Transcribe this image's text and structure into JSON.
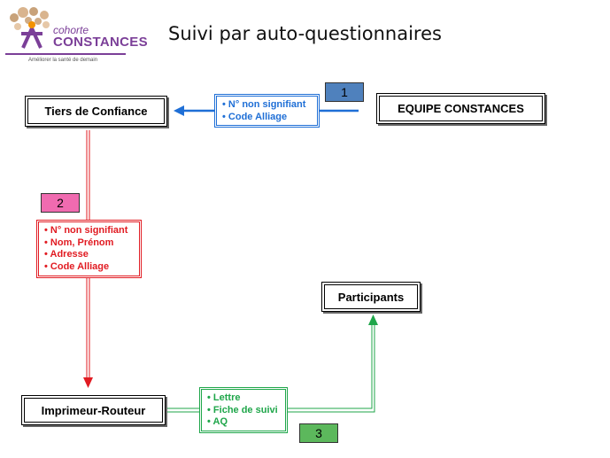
{
  "title": "Suivi par auto-questionnaires",
  "logo": {
    "line1": "cohorte",
    "line2": "CONSTANCES",
    "tagline": "Améliorer la santé de demain",
    "colors": {
      "purple": "#7b3f98",
      "orange": "#f39200",
      "tan": "#c8a27a"
    }
  },
  "nodes": {
    "tiers": "Tiers de Confiance",
    "equipe": "EQUIPE CONSTANCES",
    "participants": "Participants",
    "imprimeur": "Imprimeur-Routeur"
  },
  "steps": [
    {
      "number": "1",
      "color": "#4472c4",
      "items": [
        "N° non signifiant",
        "Code Alliage"
      ]
    },
    {
      "number": "2",
      "color": "#e11b22",
      "items": [
        "N° non signifiant",
        "Nom, Prénom",
        "Adresse",
        "Code Alliage"
      ]
    },
    {
      "number": "3",
      "color": "#1fa64a",
      "items": [
        "Lettre",
        "Fiche de suivi",
        "AQ"
      ]
    }
  ],
  "number_badge_colors": {
    "1": "#4f81bd",
    "2": "#f06bb0",
    "3": "#5cb85c"
  }
}
